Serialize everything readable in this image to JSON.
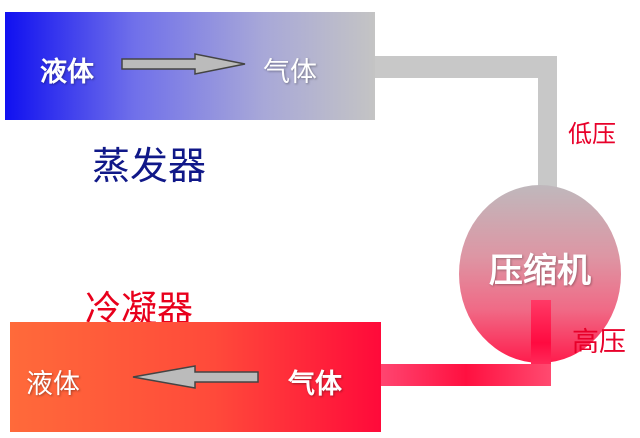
{
  "evaporator": {
    "title": "蒸发器",
    "left_text": "液体",
    "right_text": "气体"
  },
  "condenser": {
    "title": "冷凝器",
    "left_text": "液体",
    "right_text": "气体"
  },
  "compressor": {
    "label": "压缩机"
  },
  "pipes": {
    "low_pressure": "低压",
    "high_pressure": "高压"
  },
  "colors": {
    "evaporator_start": "#1010f0",
    "evaporator_end": "#c4c4c4",
    "condenser_start": "#ff6a3a",
    "condenser_end": "#ff0a3a",
    "title_evaporator": "#101888",
    "title_condenser": "#e8001c"
  }
}
